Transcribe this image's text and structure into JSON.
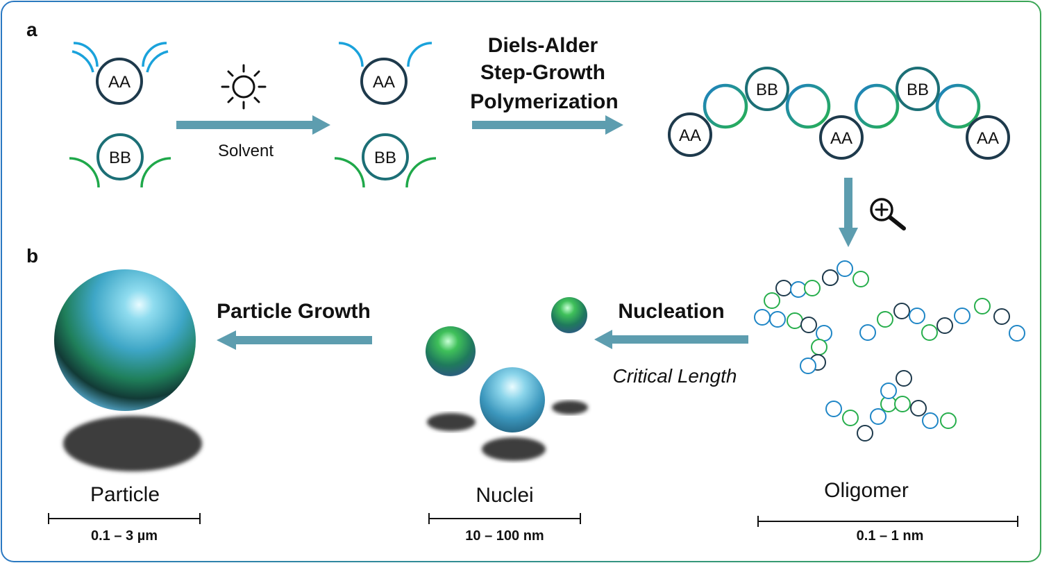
{
  "panel_a": {
    "label": "a",
    "monomer_aa": "AA",
    "monomer_bb": "BB",
    "condition_solvent": "Solvent",
    "light_icon": "sun-icon",
    "reaction_line1": "Diels-Alder",
    "reaction_line2": "Step-Growth",
    "reaction_line3": "Polymerization",
    "chain_units": [
      "AA",
      "BB",
      "AA",
      "BB",
      "AA"
    ],
    "zoom_icon": "zoom-in-icon"
  },
  "panel_b": {
    "label": "b",
    "oligomer_label": "Oligomer",
    "oligomer_scale": "0.1 – 1 nm",
    "step_nucleation": "Nucleation",
    "step_nucleation_note": "Critical Length",
    "nuclei_label": "Nuclei",
    "nuclei_scale": "10 – 100 nm",
    "step_growth": "Particle Growth",
    "particle_label": "Particle",
    "particle_scale": "0.1 – 3 µm"
  },
  "colors": {
    "blue": "#1a9fd8",
    "green": "#1fa84a",
    "navy": "#1e3a4c",
    "teal": "#1c6f76",
    "arrow": "#5d9daf",
    "border_blue": "#2a7fc0",
    "border_green": "#3aa655"
  }
}
